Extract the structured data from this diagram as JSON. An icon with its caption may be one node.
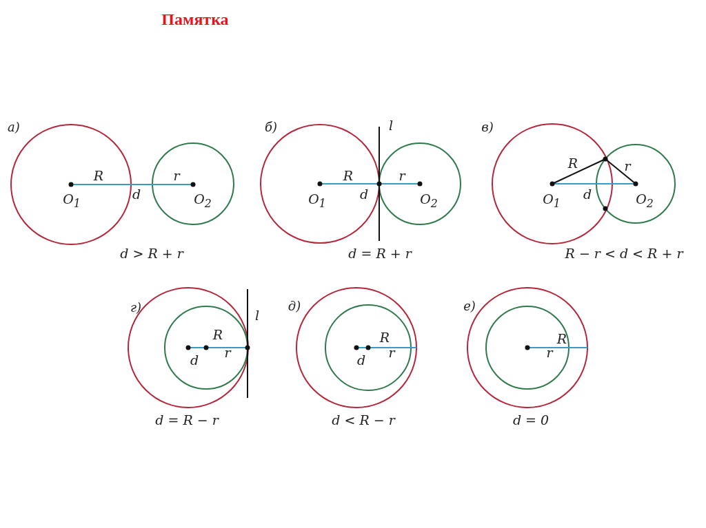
{
  "diagram": {
    "title": "Памятка",
    "labels": [
      "а)",
      "R",
      "r",
      "O$_{1}$",
      "d",
      "O$_{2}$",
      "d > R + r",
      "б)",
      "l",
      "R",
      "r",
      "O$_{1}$",
      "d",
      "O$_{2}$",
      "d = R + r",
      "в)",
      "R",
      "r",
      "O$_{1}$",
      "d",
      "O$_{2}$",
      "R − r < d < R + r",
      "г)",
      "l",
      "R",
      "d",
      "r",
      "d = R − r",
      "д)",
      "R",
      "d",
      "r",
      "d < R − r",
      "е)",
      "R",
      "r",
      "d = 0"
    ]
  }
}
